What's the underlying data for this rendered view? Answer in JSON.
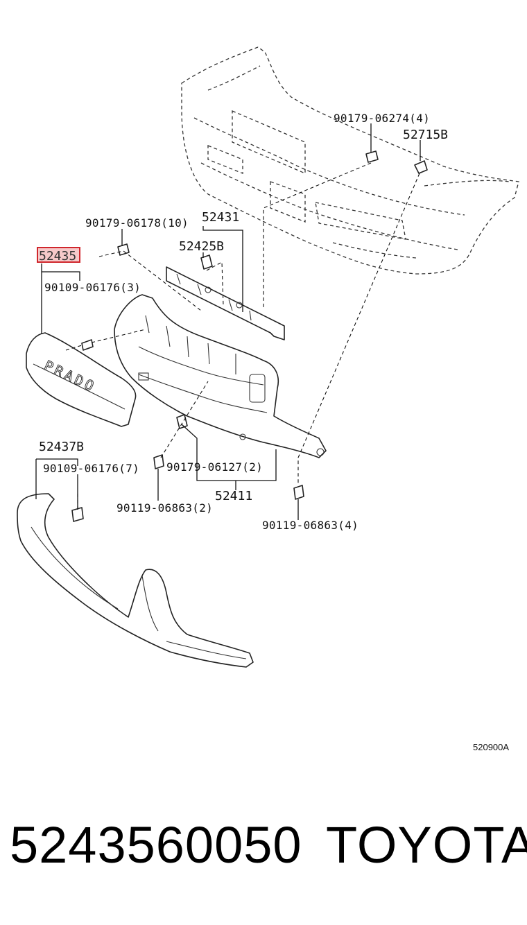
{
  "diagram": {
    "labels": {
      "p90179_06274": "90179-06274(4)",
      "p52715B": "52715B",
      "p90179_06178": "90179-06178(10)",
      "p52431": "52431",
      "p52425B": "52425B",
      "p52435": "52435",
      "p90109_06176_3": "90109-06176(3)",
      "p52437B": "52437B",
      "p90109_06176_7": "90109-06176(7)",
      "p90179_06127": "90179-06127(2)",
      "p52411": "52411",
      "p90119_06863_2": "90119-06863(2)",
      "p90119_06863_4": "90119-06863(4)"
    },
    "grille_text": "PRADO",
    "doc_id": "520900A",
    "highlighted_part": "52435",
    "highlight_color": "#d0262c"
  },
  "footer": {
    "part_number": "5243560050",
    "brand": "TOYOTA"
  }
}
